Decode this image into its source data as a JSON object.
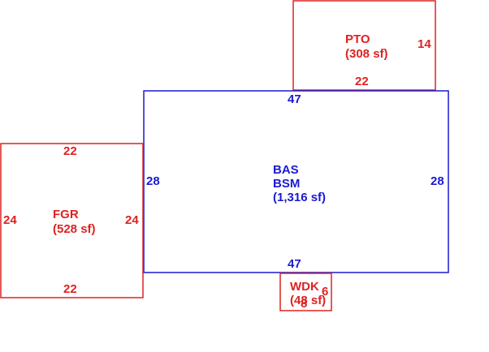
{
  "colors": {
    "red": "#dd2222",
    "blue": "#1a1ad0"
  },
  "areas": {
    "pto": {
      "code": "PTO",
      "area": "(308 sf)",
      "dims": {
        "top_bottom": "22",
        "right": "14"
      }
    },
    "bas": {
      "code1": "BAS",
      "code2": "BSM",
      "area": "(1,316 sf)",
      "dims": {
        "top": "47",
        "bottom": "47",
        "left": "28",
        "right": "28"
      }
    },
    "fgr": {
      "code": "FGR",
      "area": "(528 sf)",
      "dims": {
        "top": "22",
        "bottom": "22",
        "left": "24",
        "right": "24"
      }
    },
    "wdk": {
      "code": "WDK",
      "area": "(48 sf)",
      "dims": {
        "width": "8",
        "height": "6"
      }
    }
  }
}
